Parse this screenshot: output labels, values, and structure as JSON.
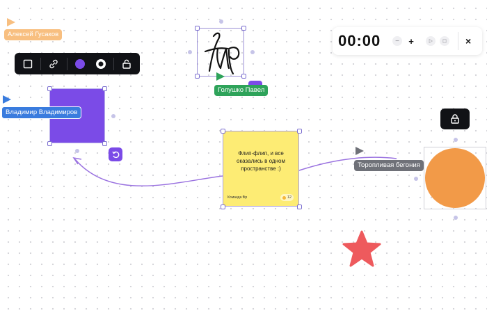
{
  "cursors": [
    {
      "name": "Алексей Гусаков",
      "color": "#f8bf80"
    },
    {
      "name": "Голушко Павел",
      "color": "#2ea35a"
    },
    {
      "name": "Владимир Владимиров",
      "color": "#3a7cde"
    },
    {
      "name": "Торопливая бегония",
      "color": "#6f7178"
    }
  ],
  "toolbar": {
    "items": [
      "square-outline-icon",
      "link-icon",
      "fill-color-swatch",
      "stroke-color-swatch",
      "unlock-icon"
    ],
    "fill_color": "#7b4be7",
    "stroke_color": "#111216"
  },
  "timer": {
    "time": "00:00",
    "minus": "−",
    "plus": "+",
    "close": "×"
  },
  "sticky": {
    "text": "Флип-флип, и все оказались в одном пространстве :)",
    "author": "Команда flip",
    "reaction_count": "12",
    "color": "#fdec74"
  },
  "shapes": {
    "purple_square_color": "#7b4be7",
    "orange_circle_color": "#f29a48",
    "star_color": "#ee5a5d"
  },
  "signature": {
    "text": "flip"
  },
  "connector_color": "#9a72e0"
}
